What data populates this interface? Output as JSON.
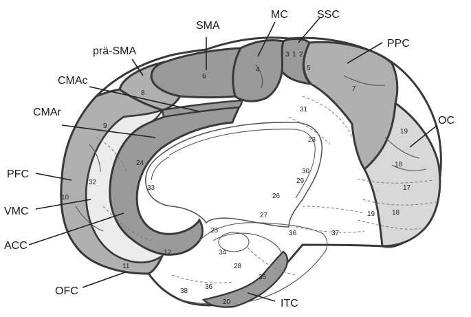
{
  "diagram": {
    "region_labels": {
      "sma": "SMA",
      "mc": "MC",
      "ssc": "SSC",
      "pre_sma": "prä-SMA",
      "ppc": "PPC",
      "cmac": "CMAc",
      "cmar": "CMAr",
      "oc": "OC",
      "pfc": "PFC",
      "vmc": "VMC",
      "acc": "ACC",
      "ofc": "OFC",
      "itc": "ITC"
    },
    "area_numbers": {
      "a6": "6",
      "a4": "4",
      "a3": "3",
      "a1": "1",
      "a2": "2",
      "a5": "5",
      "a8": "8",
      "a7": "7",
      "a31": "31",
      "a9": "9",
      "a19_top": "19",
      "a23": "23",
      "a24": "24",
      "a33": "33",
      "a18_top": "18",
      "a32": "32",
      "a30": "30",
      "a29": "29",
      "a17": "17",
      "a10": "10",
      "a26": "26",
      "a27": "27",
      "a19_bottom": "19",
      "a18_bottom": "18",
      "a25": "25",
      "a36_mid": "36",
      "a37": "37",
      "a12": "12",
      "a34": "34",
      "a28": "28",
      "a11": "11",
      "a35": "35",
      "a38": "38",
      "a36_low": "36",
      "a20": "20"
    }
  }
}
